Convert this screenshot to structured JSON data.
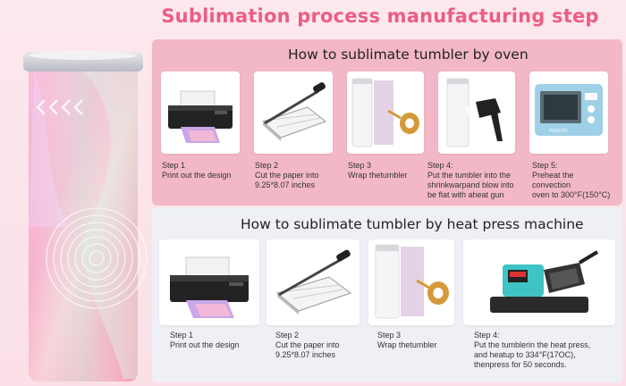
{
  "title": "Sublimation process manufacturing step",
  "oven": {
    "heading": "How to sublimate tumbler by oven",
    "steps": [
      {
        "label": "Step 1",
        "text": "Print out the design"
      },
      {
        "label": "Step 2",
        "text": "Cut the paper into\n9.25*8.07 inches"
      },
      {
        "label": "Step 3",
        "text": "Wrap thetumbler"
      },
      {
        "label": "Step 4:",
        "text": "Put the tumbler into the\nshrinkwarpand blow into\nbe flat with aheat gun"
      },
      {
        "label": "Step 5:",
        "text": "Preheat  the\nconvection\noven to 300°F(150°C)"
      }
    ]
  },
  "press": {
    "heading": "How to sublimate tumbler by heat press machine",
    "steps": [
      {
        "label": "Step 1",
        "text": "Print out the design"
      },
      {
        "label": "Step 2",
        "text": "Cut the paper into\n9.25*8.07 inches"
      },
      {
        "label": "Step 3",
        "text": "Wrap thetumbler"
      },
      {
        "label": "Step 4:",
        "text": "Put the tumblerin the heat press,\nand heatup to 334°F(17OC),\nthenpress for 50 seconds."
      }
    ]
  },
  "oven_display_text": "PRESTO"
}
